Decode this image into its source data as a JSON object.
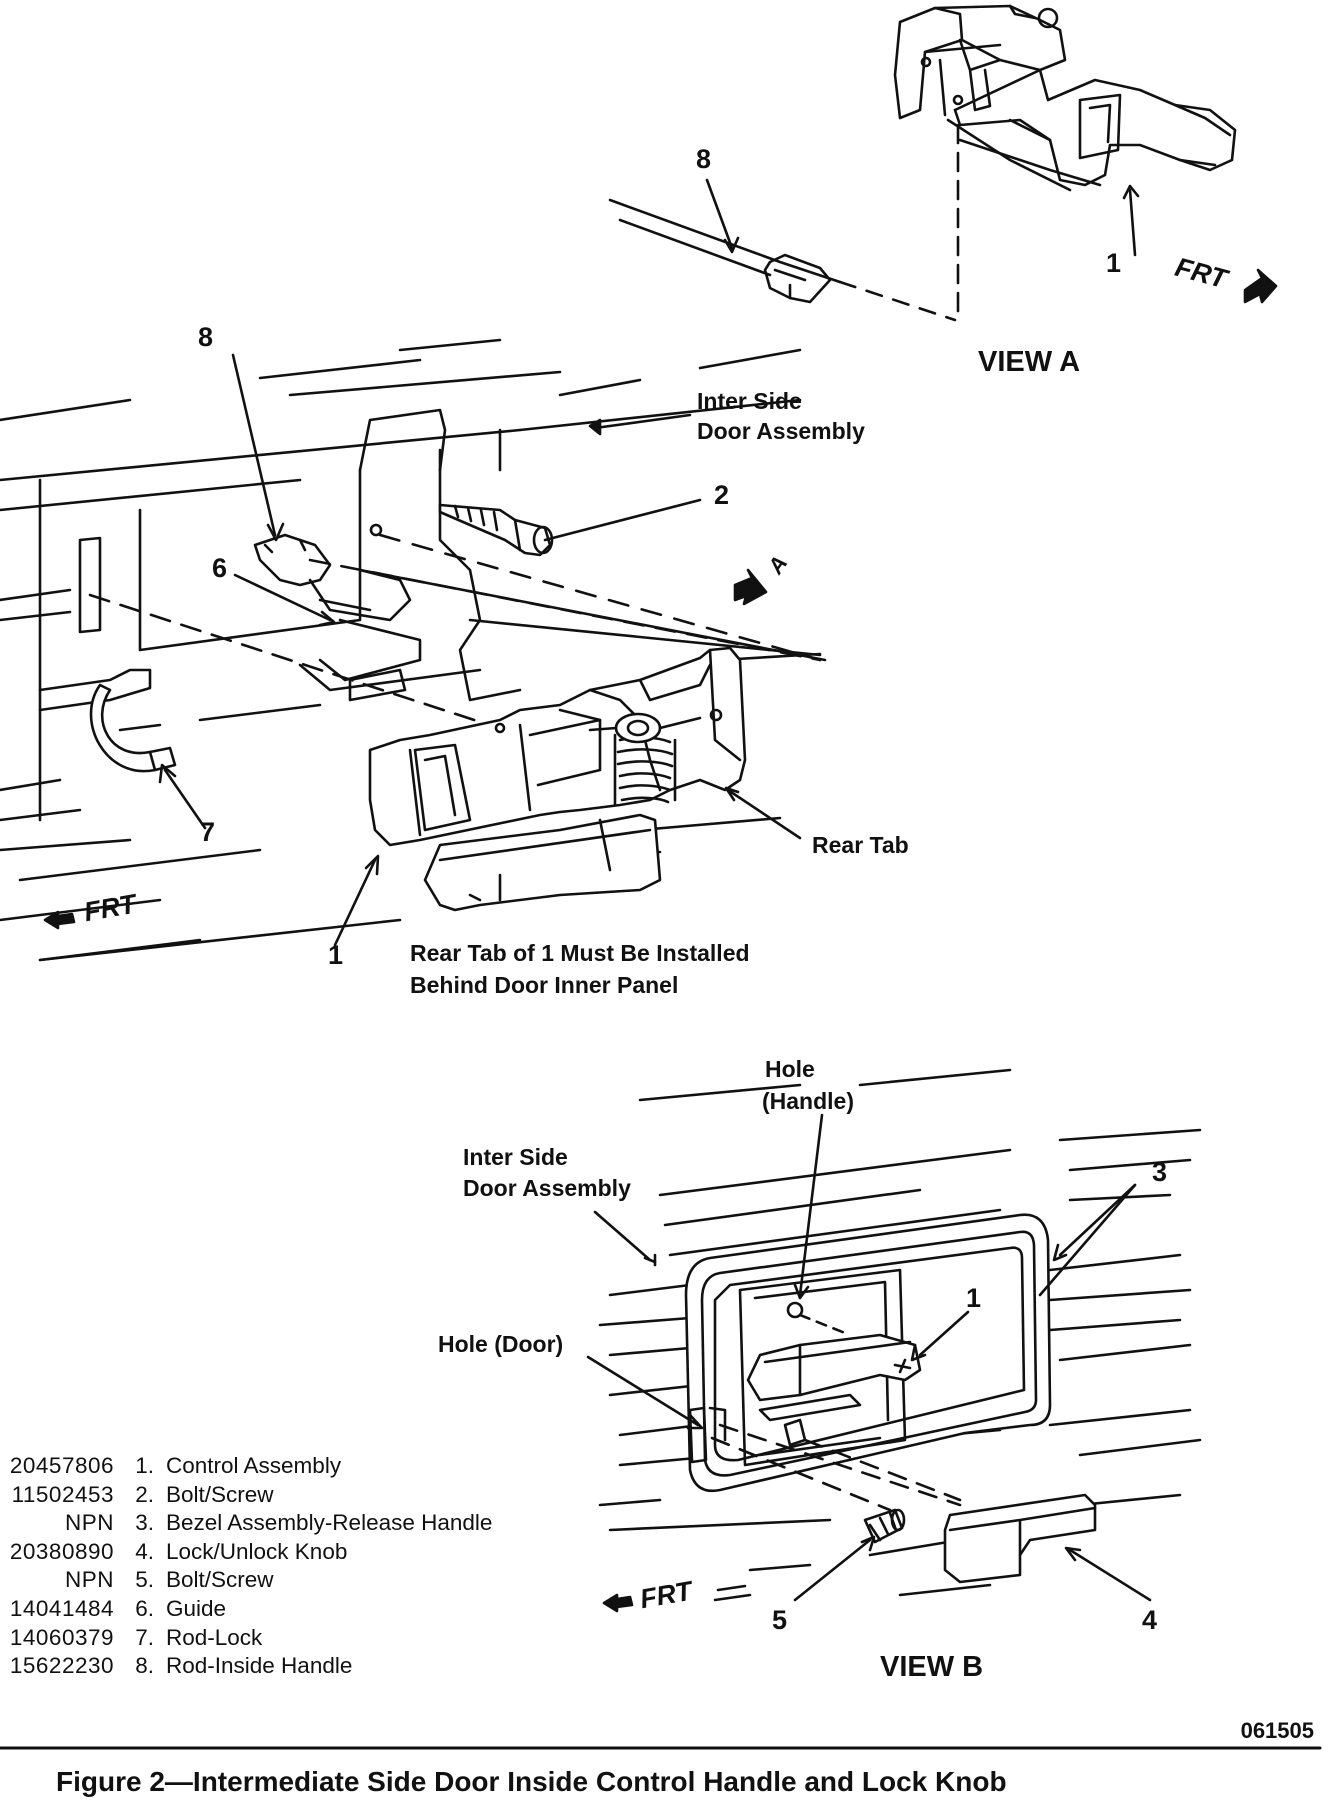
{
  "labels": {
    "inter_side_door_top": [
      "Inter Side",
      "Door Assembly"
    ],
    "rear_tab": "Rear Tab",
    "rear_tab_note": [
      "Rear Tab of 1 Must Be Installed",
      "Behind Door Inner Panel"
    ],
    "hole_handle": [
      "Hole",
      "(Handle)"
    ],
    "inter_side_door_bottom": [
      "Inter Side",
      "Door Assembly"
    ],
    "hole_door": "Hole (Door)",
    "view_a": "VIEW A",
    "view_b": "VIEW  B",
    "frt": "FRT",
    "arrow_a": "A"
  },
  "callouts": {
    "a_8": "8",
    "a_1": "1",
    "m_8": "8",
    "m_2": "2",
    "m_6": "6",
    "m_7": "7",
    "m_1": "1",
    "b_1": "1",
    "b_3": "3",
    "b_4": "4",
    "b_5": "5"
  },
  "legend": [
    {
      "part": "20457806",
      "num": "1.",
      "desc": "Control Assembly"
    },
    {
      "part": "11502453",
      "num": "2.",
      "desc": "Bolt/Screw"
    },
    {
      "part": "NPN",
      "num": "3.",
      "desc": "Bezel Assembly-Release Handle"
    },
    {
      "part": "20380890",
      "num": "4.",
      "desc": "Lock/Unlock Knob"
    },
    {
      "part": "NPN",
      "num": "5.",
      "desc": "Bolt/Screw"
    },
    {
      "part": "14041484",
      "num": "6.",
      "desc": "Guide"
    },
    {
      "part": "14060379",
      "num": "7.",
      "desc": "Rod-Lock"
    },
    {
      "part": "15622230",
      "num": "8.",
      "desc": "Rod-Inside Handle"
    }
  ],
  "drawing_code": "061505",
  "caption": "Figure 2—Intermediate Side Door Inside Control Handle and Lock Knob"
}
